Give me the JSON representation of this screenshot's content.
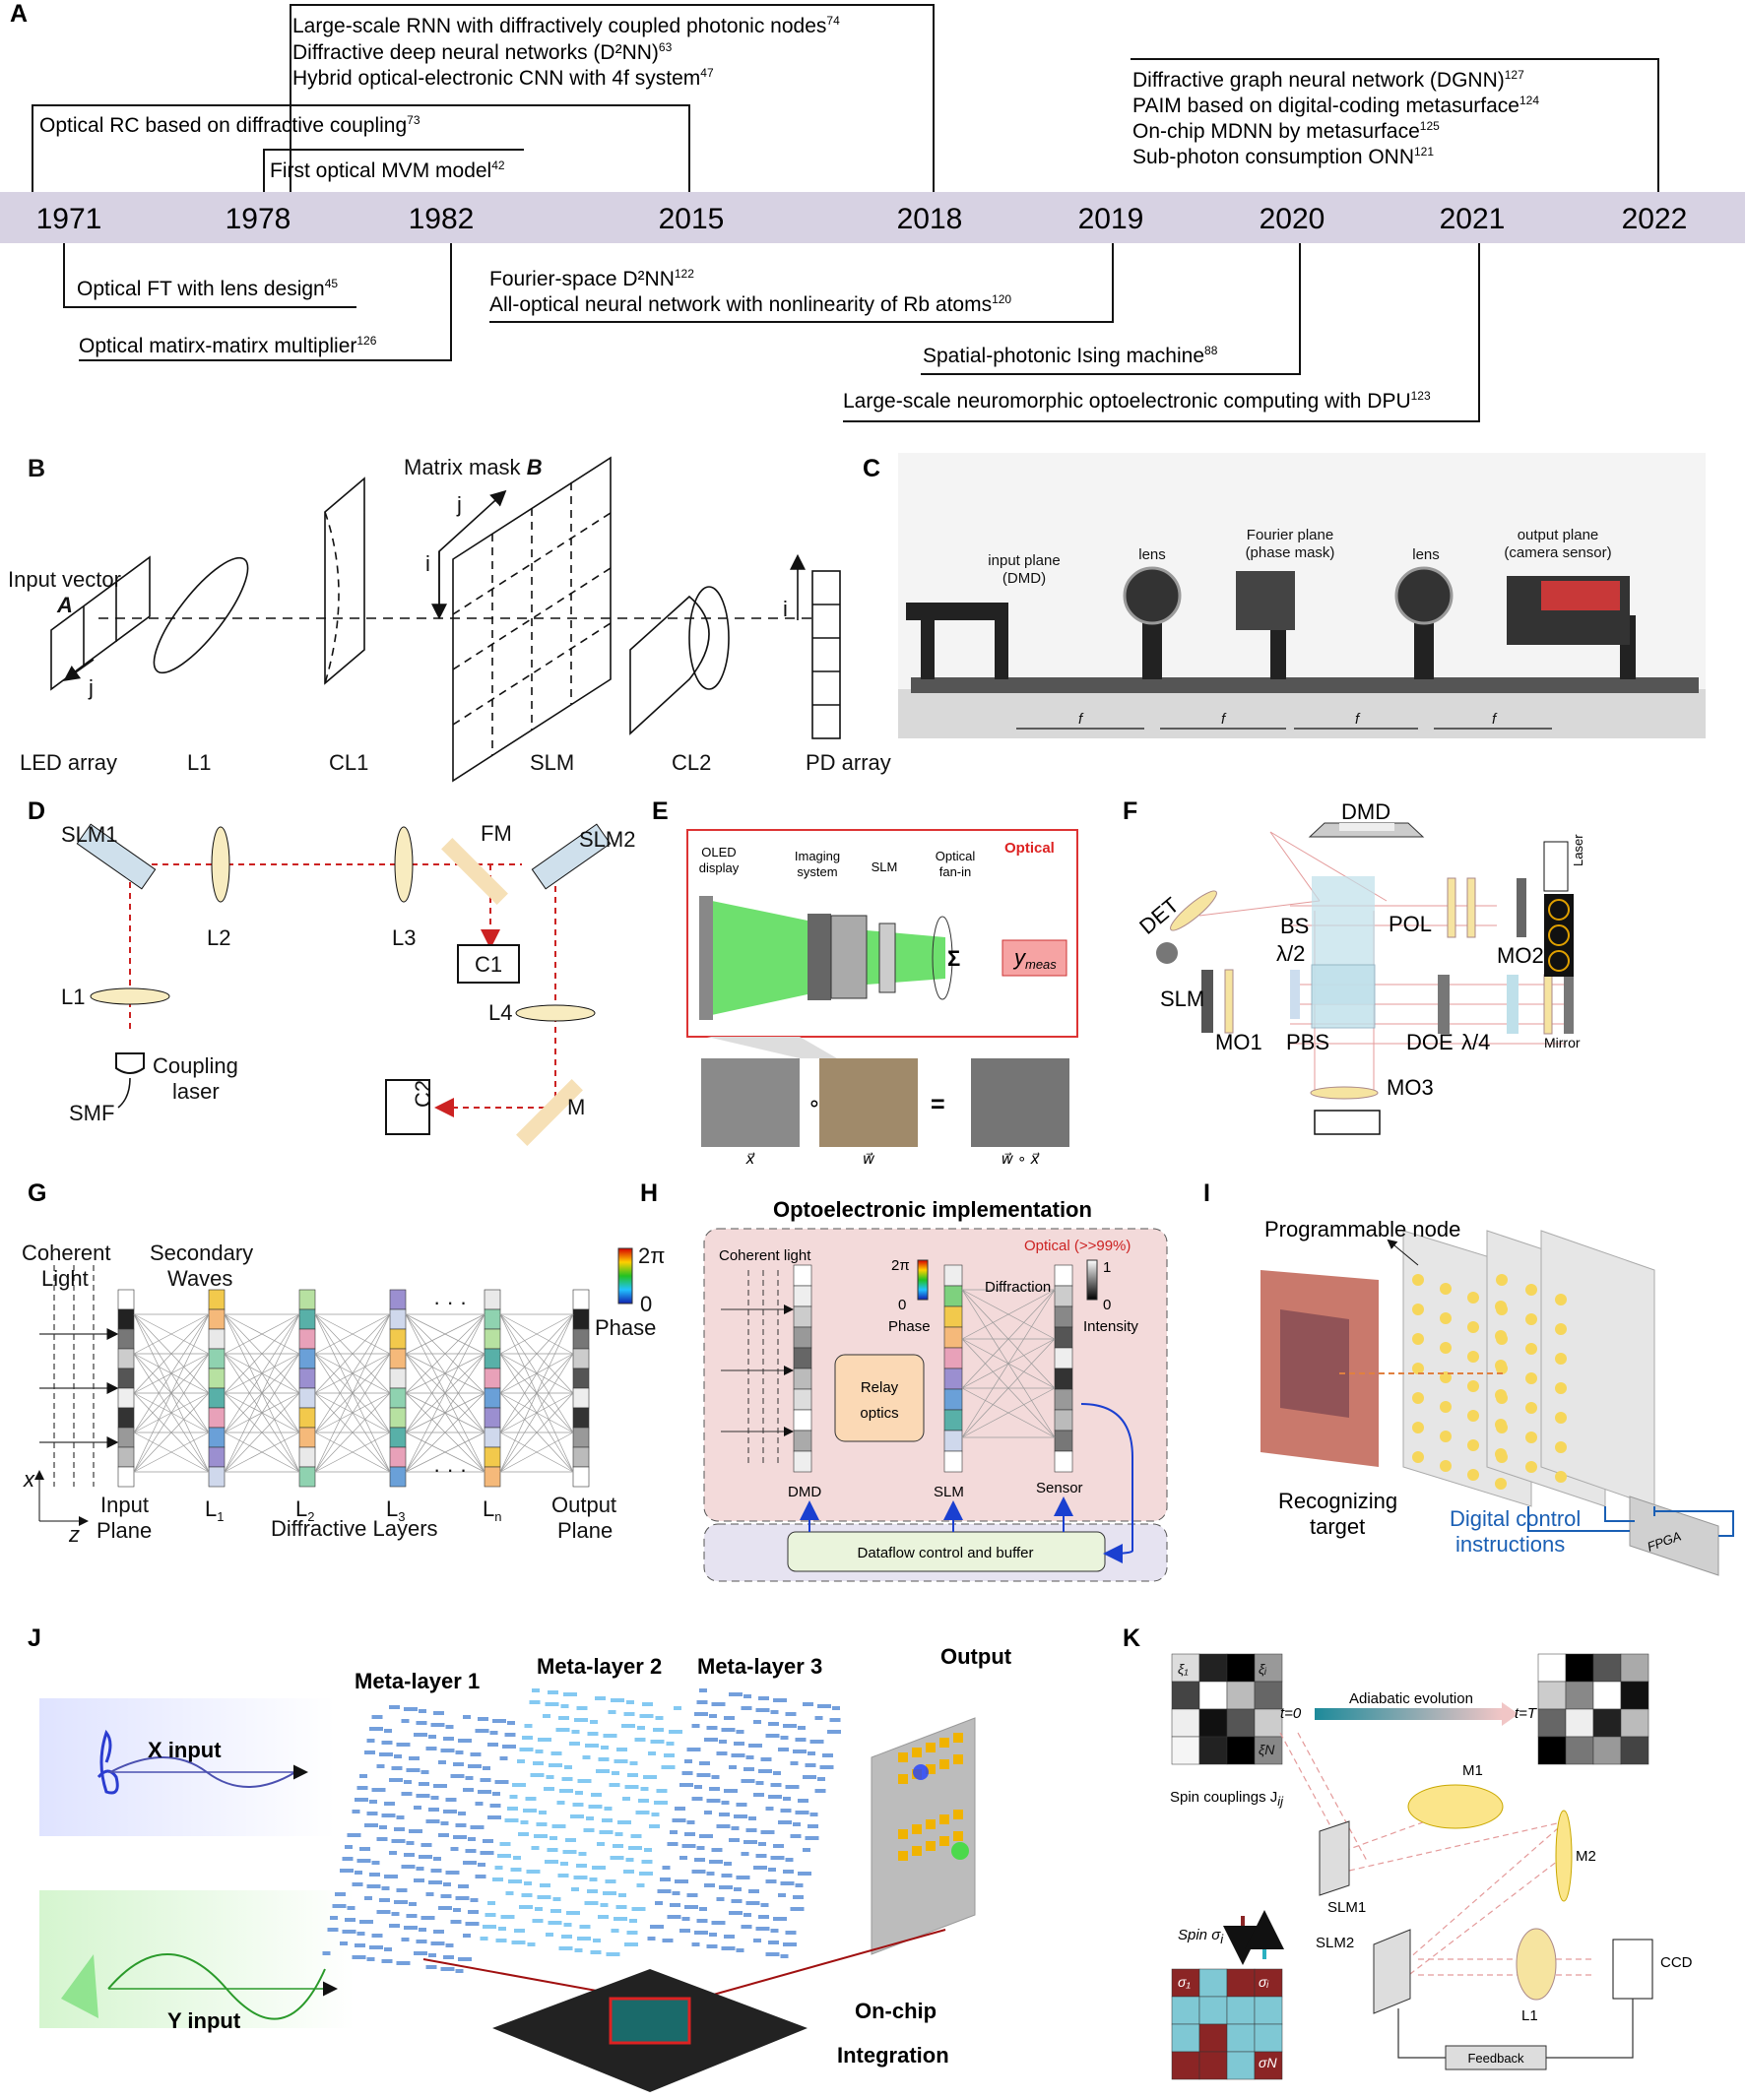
{
  "panels": {
    "A": {
      "letter": "A",
      "years": [
        "1971",
        "1978",
        "1982",
        "2015",
        "2018",
        "2019",
        "2020",
        "2021",
        "2022"
      ],
      "above": [
        {
          "text": "Large-scale RNN with diffractively coupled photonic nodes",
          "ref": "74"
        },
        {
          "text": "Diffractive deep neural networks (D²NN)",
          "ref": "63"
        },
        {
          "text": "Hybrid optical-electronic CNN with 4f system",
          "ref": "47"
        },
        {
          "text": "Optical RC based on diffractive coupling",
          "ref": "73"
        },
        {
          "text": "First optical MVM model",
          "ref": "42"
        },
        {
          "text": "Diffractive graph neural network (DGNN)",
          "ref": "127"
        },
        {
          "text": "PAIM based on digital-coding metasurface",
          "ref": "124"
        },
        {
          "text": "On-chip MDNN by metasurface",
          "ref": "125"
        },
        {
          "text": "Sub-photon consumption ONN",
          "ref": "121"
        }
      ],
      "below": [
        {
          "text": "Optical FT with lens design",
          "ref": "45"
        },
        {
          "text": "Optical matirx-matirx multiplier",
          "ref": "126"
        },
        {
          "text": "Fourier-space D²NN",
          "ref": "122"
        },
        {
          "text": "All-optical neural network with nonlinearity of Rb atoms",
          "ref": "120"
        },
        {
          "text": "Spatial-photonic Ising machine",
          "ref": "88"
        },
        {
          "text": "Large-scale neuromorphic optoelectronic computing with DPU",
          "ref": "123"
        }
      ]
    },
    "B": {
      "letter": "B",
      "matrix_mask": "Matrix mask",
      "matrix_mask_b": "B",
      "input_vector": "Input vector",
      "vec_a": "A",
      "idx_i": "i",
      "idx_j": "j",
      "labels": [
        "LED array",
        "L1",
        "CL1",
        "SLM",
        "CL2",
        "PD array"
      ]
    },
    "C": {
      "letter": "C",
      "input_plane": "input plane",
      "input_plane2": "(DMD)",
      "lens": "lens",
      "fourier": "Fourier plane",
      "fourier2": "(phase mask)",
      "output": "output plane",
      "output2": "(camera sensor)",
      "f": "f"
    },
    "D": {
      "letter": "D",
      "slm1": "SLM1",
      "slm2": "SLM2",
      "l1": "L1",
      "l2": "L2",
      "l3": "L3",
      "l4": "L4",
      "fm": "FM",
      "c1": "C1",
      "c2": "C2",
      "m": "M",
      "smf": "SMF",
      "coupling": "Coupling",
      "laser": "laser"
    },
    "E": {
      "letter": "E",
      "optical": "Optical",
      "oled": "OLED",
      "display": "display",
      "imaging": "Imaging",
      "system": "system",
      "slm": "SLM",
      "fanin": "Optical",
      "fanin2": "fan-in",
      "ymeas": "y",
      "ymeas_sub": "meas",
      "sigma": "Σ",
      "x": "x⃗",
      "w": "w⃗",
      "wx": "w⃗ ∘ x⃗",
      "circ": "∘",
      "eq": "="
    },
    "F": {
      "letter": "F",
      "dmd": "DMD",
      "laser": "Laser",
      "det": "DET",
      "pol": "POL",
      "bs": "BS",
      "half": "λ/2",
      "mo2": "MO2",
      "slm": "SLM",
      "mo1": "MO1",
      "pbs": "PBS",
      "doe": "DOE",
      "quarter": "λ/4",
      "mirror": "Mirror",
      "mo3": "MO3"
    },
    "G": {
      "letter": "G",
      "coherent": "Coherent",
      "light": "Light",
      "secondary": "Secondary",
      "waves": "Waves",
      "two_pi": "2π",
      "zero": "0",
      "phase": "Phase",
      "input": "Input",
      "plane": "Plane",
      "output": "Output",
      "layers_title": "Diffractive Layers",
      "x": "x",
      "z": "z",
      "dots": "· · ·",
      "layer_labels": [
        "L",
        "L",
        "L",
        "L"
      ],
      "layer_subs": [
        "1",
        "2",
        "3",
        "n"
      ]
    },
    "H": {
      "letter": "H",
      "title": "Optoelectronic implementation",
      "optical": "Optical (>>99%)",
      "coherent": "Coherent light",
      "two_pi": "2π",
      "zero": "0",
      "phase": "Phase",
      "diffraction": "Diffraction",
      "one": "1",
      "intensity": "Intensity",
      "relay": "Relay",
      "optics": "optics",
      "dmd": "DMD",
      "slm": "SLM",
      "sensor": "Sensor",
      "dataflow": "Dataflow control and buffer"
    },
    "I": {
      "letter": "I",
      "node": "Programmable node",
      "target1": "Recognizing",
      "target2": "target",
      "control1": "Digital control",
      "control2": "instructions",
      "fpga": "FPGA"
    },
    "J": {
      "letter": "J",
      "output": "Output",
      "meta1": "Meta-layer 1",
      "meta2": "Meta-layer 2",
      "meta3": "Meta-layer 3",
      "xin": "X input",
      "yin": "Y input",
      "onchip": "On-chip",
      "integration": "Integration"
    },
    "K": {
      "letter": "K",
      "t0": "t=0",
      "tT": "t=T",
      "adiabatic": "Adiabatic evolution",
      "spin_couplings": "Spin couplings J",
      "jsub": "ij",
      "spin": "Spin σ",
      "spin_sub": "i",
      "m1": "M1",
      "m2": "M2",
      "slm1": "SLM1",
      "slm2": "SLM2",
      "l1": "L1",
      "ccd": "CCD",
      "feedback": "Feedback",
      "xi1": "ξ₁",
      "xii": "ξᵢ",
      "xin": "ξN",
      "s1": "σ₁",
      "si": "σᵢ",
      "sn": "σN"
    }
  },
  "colors": {
    "timeline_band": "#d7d2e3",
    "laser_red": "#cc2222",
    "lens_fill": "#f8ecc0",
    "box_pink": "#f3dada",
    "box_purple": "#e6e3f1",
    "relay": "#fbd9b5",
    "dataflow": "#eaf4dc",
    "ymeas_fill": "#f6a3a3",
    "screen_green": "#5ee05e",
    "blue_link": "#1a5fb4",
    "cyan": "#7fc8d4",
    "maroon": "#8b2525"
  }
}
